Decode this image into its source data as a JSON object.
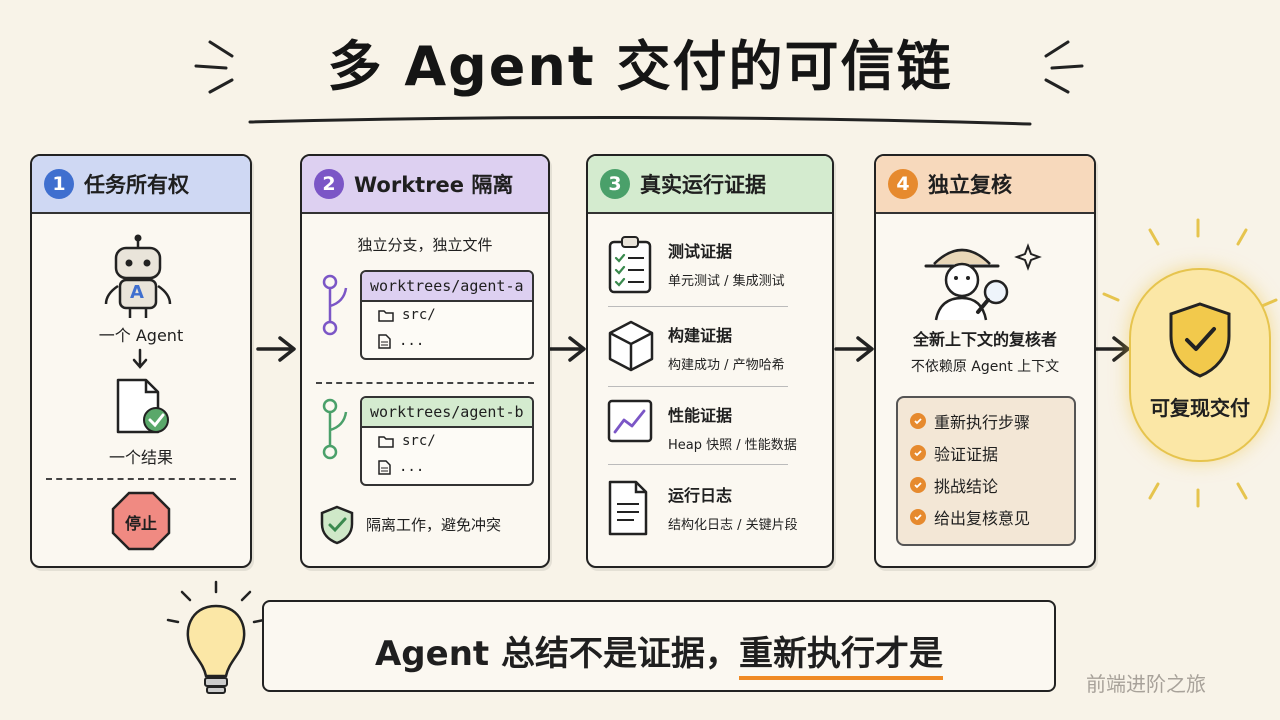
{
  "title": "多 Agent 交付的可信链",
  "cards": [
    {
      "number": "1",
      "title": "任务所有权",
      "header_color": "#cfd8f3",
      "number_color": "#3f6fcf",
      "robot_letter": "A",
      "label_agent": "一个 Agent",
      "label_result": "一个结果",
      "stop_label": "停止"
    },
    {
      "number": "2",
      "title": "Worktree 隔离",
      "header_color": "#ddd0f1",
      "number_color": "#7b56c6",
      "subtitle": "独立分支，独立文件",
      "worktrees": [
        {
          "name": "worktrees/agent-a",
          "header_color": "#ddd0f1",
          "files": [
            "src/",
            "..."
          ]
        },
        {
          "name": "worktrees/agent-b",
          "header_color": "#d4ebcf",
          "files": [
            "src/",
            "..."
          ]
        }
      ],
      "footer": "隔离工作，避免冲突"
    },
    {
      "number": "3",
      "title": "真实运行证据",
      "header_color": "#d4ebcf",
      "number_color": "#4aa06a",
      "items": [
        {
          "icon": "clipboard-checklist-icon",
          "title": "测试证据",
          "subtitle": "单元测试 / 集成测试"
        },
        {
          "icon": "box-icon",
          "title": "构建证据",
          "subtitle": "构建成功 / 产物哈希"
        },
        {
          "icon": "line-chart-icon",
          "title": "性能证据",
          "subtitle": "Heap 快照 / 性能数据"
        },
        {
          "icon": "document-icon",
          "title": "运行日志",
          "subtitle": "结构化日志 / 关键片段"
        }
      ]
    },
    {
      "number": "4",
      "title": "独立复核",
      "header_color": "#f7d9bc",
      "number_color": "#e68a2e",
      "reviewer_title": "全新上下文的复核者",
      "reviewer_subtitle": "不依赖原 Agent 上下文",
      "steps": [
        "重新执行步骤",
        "验证证据",
        "挑战结论",
        "给出复核意见"
      ]
    }
  ],
  "badge": {
    "label": "可复现交付"
  },
  "banner": {
    "text_part1": "Agent 总结不是证据，",
    "text_part2": "重新执行才是"
  },
  "watermark": "前端进阶之旅"
}
